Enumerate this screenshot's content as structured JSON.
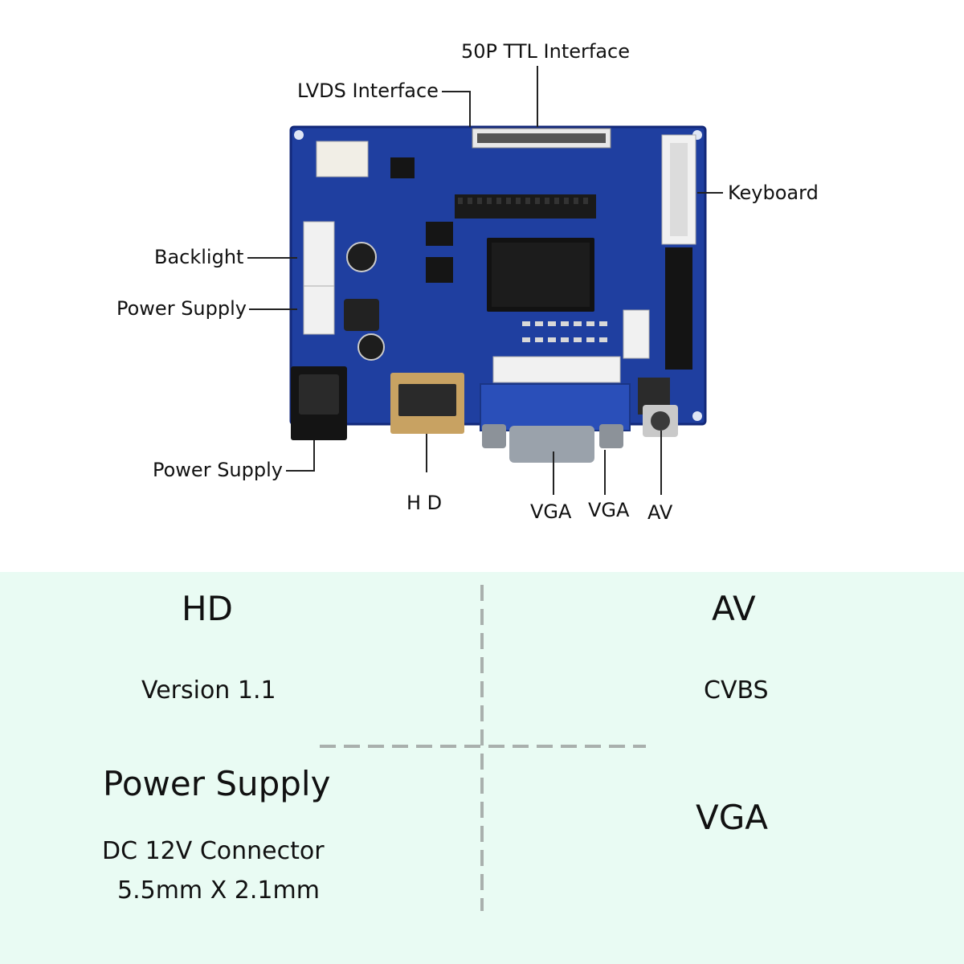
{
  "callouts": {
    "ttl": "50P TTL Interface",
    "lvds": "LVDS Interface",
    "keyboard": "Keyboard",
    "backlight": "Backlight",
    "power_supply_mid": "Power Supply",
    "power_supply_low": "Power Supply",
    "hd": "H D",
    "vga_1": "VGA",
    "vga_2": "VGA",
    "av": "AV"
  },
  "specs": {
    "hd_title": "HD",
    "hd_version": "Version 1.1",
    "av_title": "AV",
    "av_format": "CVBS",
    "power_title": "Power Supply",
    "power_line1": "DC 12V Connector",
    "power_line2": "5.5mm X 2.1mm",
    "vga_title": "VGA"
  },
  "colors": {
    "pcb": "#1f3fa0",
    "spec_background": "#e9fbf3",
    "divider": "#a9b0ad"
  }
}
